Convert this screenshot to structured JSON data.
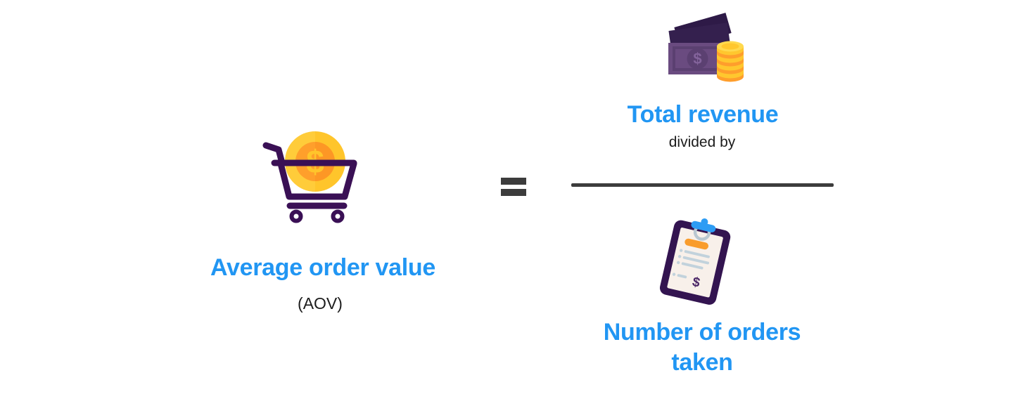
{
  "formula": {
    "result": {
      "label": "Average order value",
      "abbreviation": "(AOV)",
      "coin_symbol": "$"
    },
    "equals_sign": "=",
    "numerator": {
      "label": "Total revenue",
      "note_symbol": "$"
    },
    "operator_text": "divided by",
    "denominator": {
      "label": "Number of orders taken",
      "doc_symbol": "$"
    }
  },
  "colors": {
    "accent_blue": "#2196F3",
    "body_text": "#1C1C1C",
    "divider_dark": "#3C3C3C",
    "purple_dark": "#33124F",
    "purple_note": "#6A4B80",
    "gold": "#FFC72E",
    "orange": "#FF9E2C",
    "clip_blue": "#2D9CF4",
    "paper_cream": "#F8F0EA",
    "background": "#FFFFFF"
  }
}
